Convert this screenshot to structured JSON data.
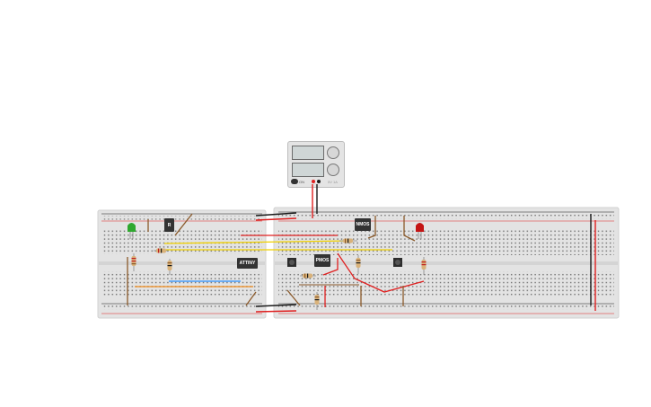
{
  "power_supply": {
    "label_left": "ON",
    "label_right": "5V 1A"
  },
  "components": {
    "attiny_label": "ATTINY",
    "regulator_label": "R",
    "mosfet1_label": "NMOS",
    "mosfet2_label": "PMOS"
  },
  "colors": {
    "breadboard": "#e3e3e3",
    "wire_red": "#e02020",
    "wire_black": "#1a1a1a",
    "wire_yellow": "#f0d000",
    "wire_blue": "#2a90ff",
    "wire_orange": "#f08a1a",
    "wire_brown": "#8b5a2b",
    "led_green": "#2fa82f",
    "led_red": "#c41414"
  }
}
